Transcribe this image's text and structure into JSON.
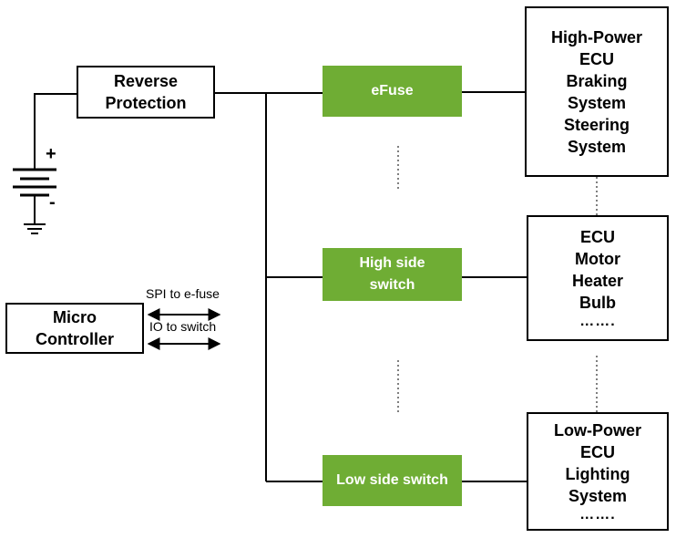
{
  "blocks": {
    "reverse_protection": [
      "Reverse",
      "Protection"
    ],
    "efuse": [
      "eFuse"
    ],
    "high_side_switch": [
      "High side",
      "switch"
    ],
    "low_side_switch": [
      "Low side switch"
    ],
    "micro_controller": [
      "Micro",
      "Controller"
    ]
  },
  "loads": {
    "high_power": {
      "lines": [
        "High-Power",
        "ECU",
        "Braking",
        "System",
        "Steering",
        "System"
      ],
      "ellipsis": ""
    },
    "mid": {
      "lines": [
        "ECU",
        "Motor",
        "Heater",
        "Bulb"
      ],
      "ellipsis": "……."
    },
    "low_power": {
      "lines": [
        "Low-Power",
        "ECU",
        "Lighting",
        "System"
      ],
      "ellipsis": "……."
    }
  },
  "signals": {
    "spi_label": "SPI to e-fuse",
    "io_label": "IO to switch"
  },
  "battery": {
    "plus": "+",
    "minus": "-"
  },
  "colors": {
    "switch_fill": "#6fad34",
    "switch_text": "#ffffff",
    "line": "#000000"
  }
}
